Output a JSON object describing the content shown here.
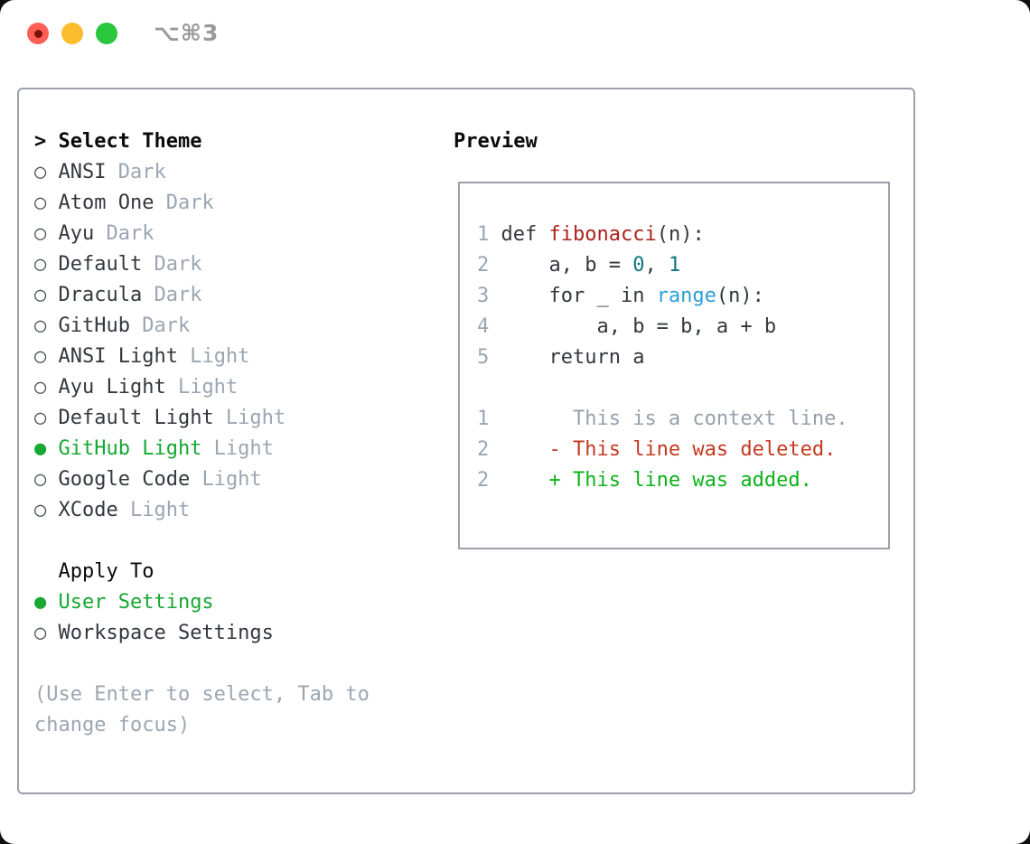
{
  "window": {
    "shortcut": "⌥⌘3",
    "traffic_lights": [
      "close",
      "minimize",
      "zoom"
    ]
  },
  "colors": {
    "border": "#9aa1ab",
    "black": "#0a0a0c",
    "text": "#33383e",
    "muted": "#9ba6b2",
    "green": "#16a831",
    "bullet": "#4a5158",
    "fn_red": "#aa231b",
    "num_teal": "#0e7680",
    "builtin_blue": "#2b9fd8",
    "diff_context": "#95a0ab",
    "diff_red": "#c43a20",
    "diff_green": "#0cb31a",
    "tl_red": "#ff5f57",
    "tl_red_dot": "#7c1208",
    "tl_yellow": "#fdbc2c",
    "tl_green": "#2ac63e",
    "shortcut": "#98999b"
  },
  "theme_selector": {
    "title_prefix": ">",
    "title": "Select Theme",
    "bullet_selected": "●",
    "bullet_unselected": "○",
    "items": [
      {
        "name": "ANSI",
        "variant": "Dark",
        "selected": false
      },
      {
        "name": "Atom One",
        "variant": "Dark",
        "selected": false
      },
      {
        "name": "Ayu",
        "variant": "Dark",
        "selected": false
      },
      {
        "name": "Default",
        "variant": "Dark",
        "selected": false
      },
      {
        "name": "Dracula",
        "variant": "Dark",
        "selected": false
      },
      {
        "name": "GitHub",
        "variant": "Dark",
        "selected": false
      },
      {
        "name": "ANSI Light",
        "variant": "Light",
        "selected": false
      },
      {
        "name": "Ayu Light",
        "variant": "Light",
        "selected": false
      },
      {
        "name": "Default Light",
        "variant": "Light",
        "selected": false
      },
      {
        "name": "GitHub Light",
        "variant": "Light",
        "selected": true
      },
      {
        "name": "Google Code",
        "variant": "Light",
        "selected": false
      },
      {
        "name": "XCode",
        "variant": "Light",
        "selected": false
      }
    ]
  },
  "apply_to": {
    "title": "Apply To",
    "options": [
      {
        "label": "User Settings",
        "selected": true
      },
      {
        "label": "Workspace Settings",
        "selected": false
      }
    ]
  },
  "hint": {
    "line1": "(Use Enter to select, Tab to",
    "line2": "change focus)"
  },
  "preview": {
    "title": "Preview",
    "code_lines": [
      {
        "num": "1",
        "tokens": [
          {
            "text": "def ",
            "role": "text"
          },
          {
            "text": "fibonacci",
            "role": "function"
          },
          {
            "text": "(n):",
            "role": "text"
          }
        ]
      },
      {
        "num": "2",
        "tokens": [
          {
            "text": "    a, b = ",
            "role": "text"
          },
          {
            "text": "0",
            "role": "number"
          },
          {
            "text": ", ",
            "role": "text"
          },
          {
            "text": "1",
            "role": "number"
          }
        ]
      },
      {
        "num": "3",
        "tokens": [
          {
            "text": "    for _ in ",
            "role": "text"
          },
          {
            "text": "range",
            "role": "builtin"
          },
          {
            "text": "(n):",
            "role": "text"
          }
        ]
      },
      {
        "num": "4",
        "tokens": [
          {
            "text": "        a, b = b, a + b",
            "role": "text"
          }
        ]
      },
      {
        "num": "5",
        "tokens": [
          {
            "text": "    return a",
            "role": "text"
          }
        ]
      }
    ],
    "diff_lines": [
      {
        "num": "1",
        "tokens": [
          {
            "text": "      This is a context line.",
            "role": "context"
          }
        ]
      },
      {
        "num": "2",
        "tokens": [
          {
            "text": "    - This line was deleted.",
            "role": "deleted"
          }
        ]
      },
      {
        "num": "2",
        "tokens": [
          {
            "text": "    + This line was added.",
            "role": "added"
          }
        ]
      }
    ]
  }
}
